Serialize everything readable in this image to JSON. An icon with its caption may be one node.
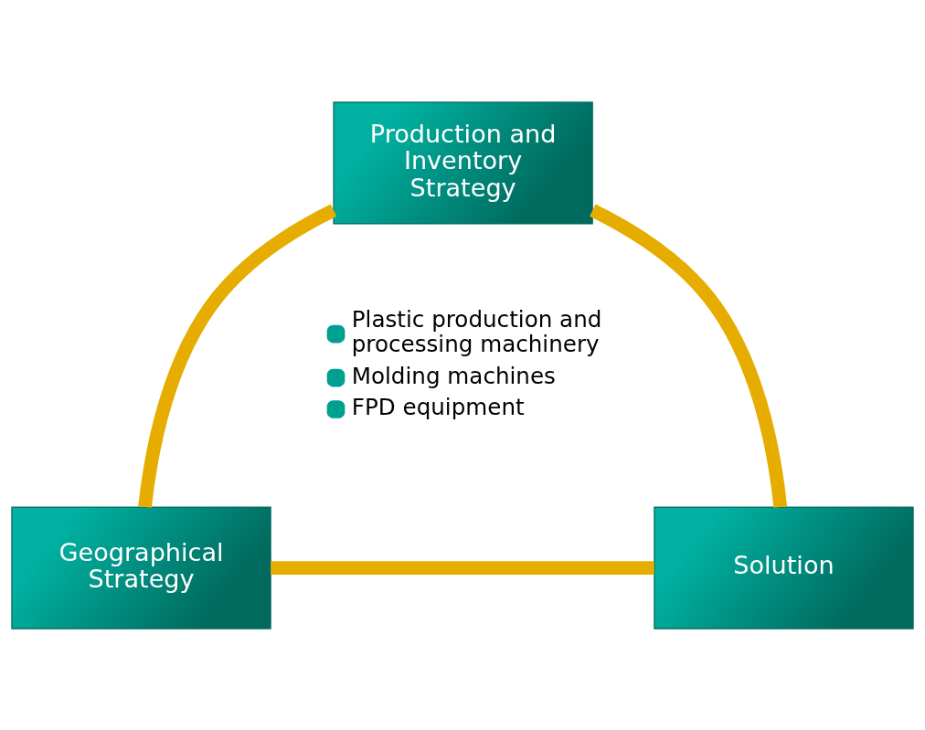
{
  "diagram": {
    "nodes": [
      {
        "text": [
          "Production and Inventory Strategy"
        ]
      },
      {
        "text": [
          "Geographical Strategy"
        ]
      },
      {
        "text": [
          "Solution"
        ]
      }
    ],
    "edges": [
      {
        "from": 0,
        "to": 1,
        "arrow": "none"
      },
      {
        "from": 0,
        "to": 2,
        "arrow": "none"
      },
      {
        "from": 1,
        "to": 2,
        "arrow": "none"
      }
    ],
    "labels": [
      "Plastic production and processing machinery",
      "Molding machines",
      "FPD equipment"
    ]
  }
}
